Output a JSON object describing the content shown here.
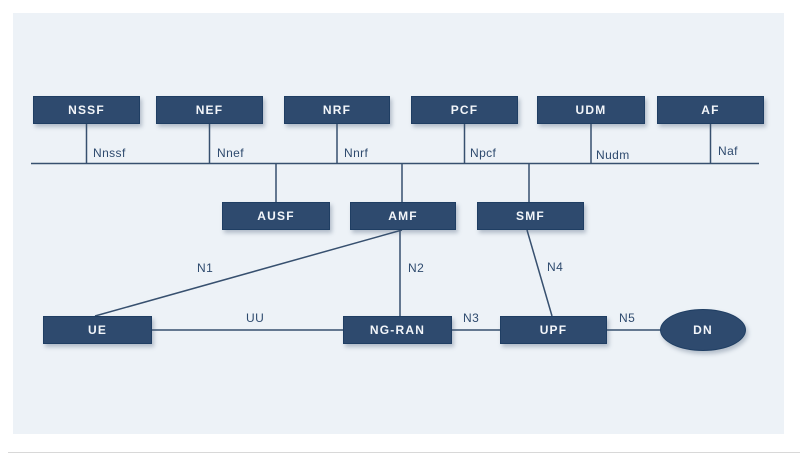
{
  "colors": {
    "page_bg": "#ffffff",
    "panel_bg": "#edf2f7",
    "node_fill": "#2e4a6e",
    "node_border": "#1f3e63",
    "node_text": "#f3f6fa",
    "line": "#37506f",
    "label_text": "#2e4a6e",
    "separator": "#d8d8d8"
  },
  "nodes": {
    "nssf": {
      "label": "NSSF"
    },
    "nef": {
      "label": "NEF"
    },
    "nrf": {
      "label": "NRF"
    },
    "pcf": {
      "label": "PCF"
    },
    "udm": {
      "label": "UDM"
    },
    "af": {
      "label": "AF"
    },
    "ausf": {
      "label": "AUSF"
    },
    "amf": {
      "label": "AMF"
    },
    "smf": {
      "label": "SMF"
    },
    "ue": {
      "label": "UE"
    },
    "ngran": {
      "label": "NG-RAN"
    },
    "upf": {
      "label": "UPF"
    },
    "dn": {
      "label": "DN"
    }
  },
  "interfaces": {
    "nnssf": "Nnssf",
    "nnef": "Nnef",
    "nnrf": "Nnrf",
    "npcf": "Npcf",
    "nudm": "Nudm",
    "naf": "Naf",
    "n1": "N1",
    "n2": "N2",
    "n3": "N3",
    "n4": "N4",
    "n5": "N5",
    "uu": "UU"
  }
}
